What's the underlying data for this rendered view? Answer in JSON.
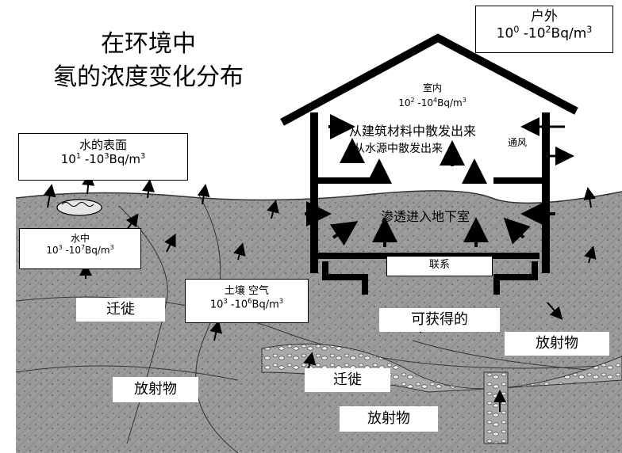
{
  "title": {
    "line1": "在环境中",
    "line2": "氡的浓度变化分布"
  },
  "outdoor": {
    "label": "户外",
    "base": "10",
    "exp1": "0",
    "mid": " -10",
    "exp2": "2",
    "unit": "Bq/m",
    "exp3": "3"
  },
  "indoor": {
    "label": "室内",
    "base": "10",
    "exp1": "2",
    "mid": " -10",
    "exp2": "4",
    "unit": "Bq/m",
    "exp3": "3"
  },
  "water_surface": {
    "label": "水的表面",
    "base": "10",
    "exp1": "1",
    "mid": " -10",
    "exp2": "3",
    "unit": "Bq/m",
    "exp3": "3"
  },
  "in_water": {
    "label": "水中",
    "base": "10",
    "exp1": "3",
    "mid": " -10",
    "exp2": "7",
    "unit": "Bq/m",
    "exp3": "3"
  },
  "soil_air": {
    "label": "土壤  空气",
    "base": "10",
    "exp1": "3",
    "mid": " -10",
    "exp2": "6",
    "unit": "Bq/m",
    "exp3": "3"
  },
  "sources": {
    "building_materials": "从建筑材料中散发出来",
    "water_source": "从水源中散发出来",
    "ventilation": "通风",
    "basement": "渗透进入地下室",
    "connection": "联系",
    "available": "可获得的"
  },
  "ground_labels": {
    "migration_left": "迁徙",
    "migration_right": "迁徙",
    "radioactive_left": "放射物",
    "radioactive_mid": "放射物",
    "radioactive_right": "放射物"
  },
  "colors": {
    "ink": "#000000",
    "soil": "#8c8c8c",
    "background": "#ffffff"
  }
}
